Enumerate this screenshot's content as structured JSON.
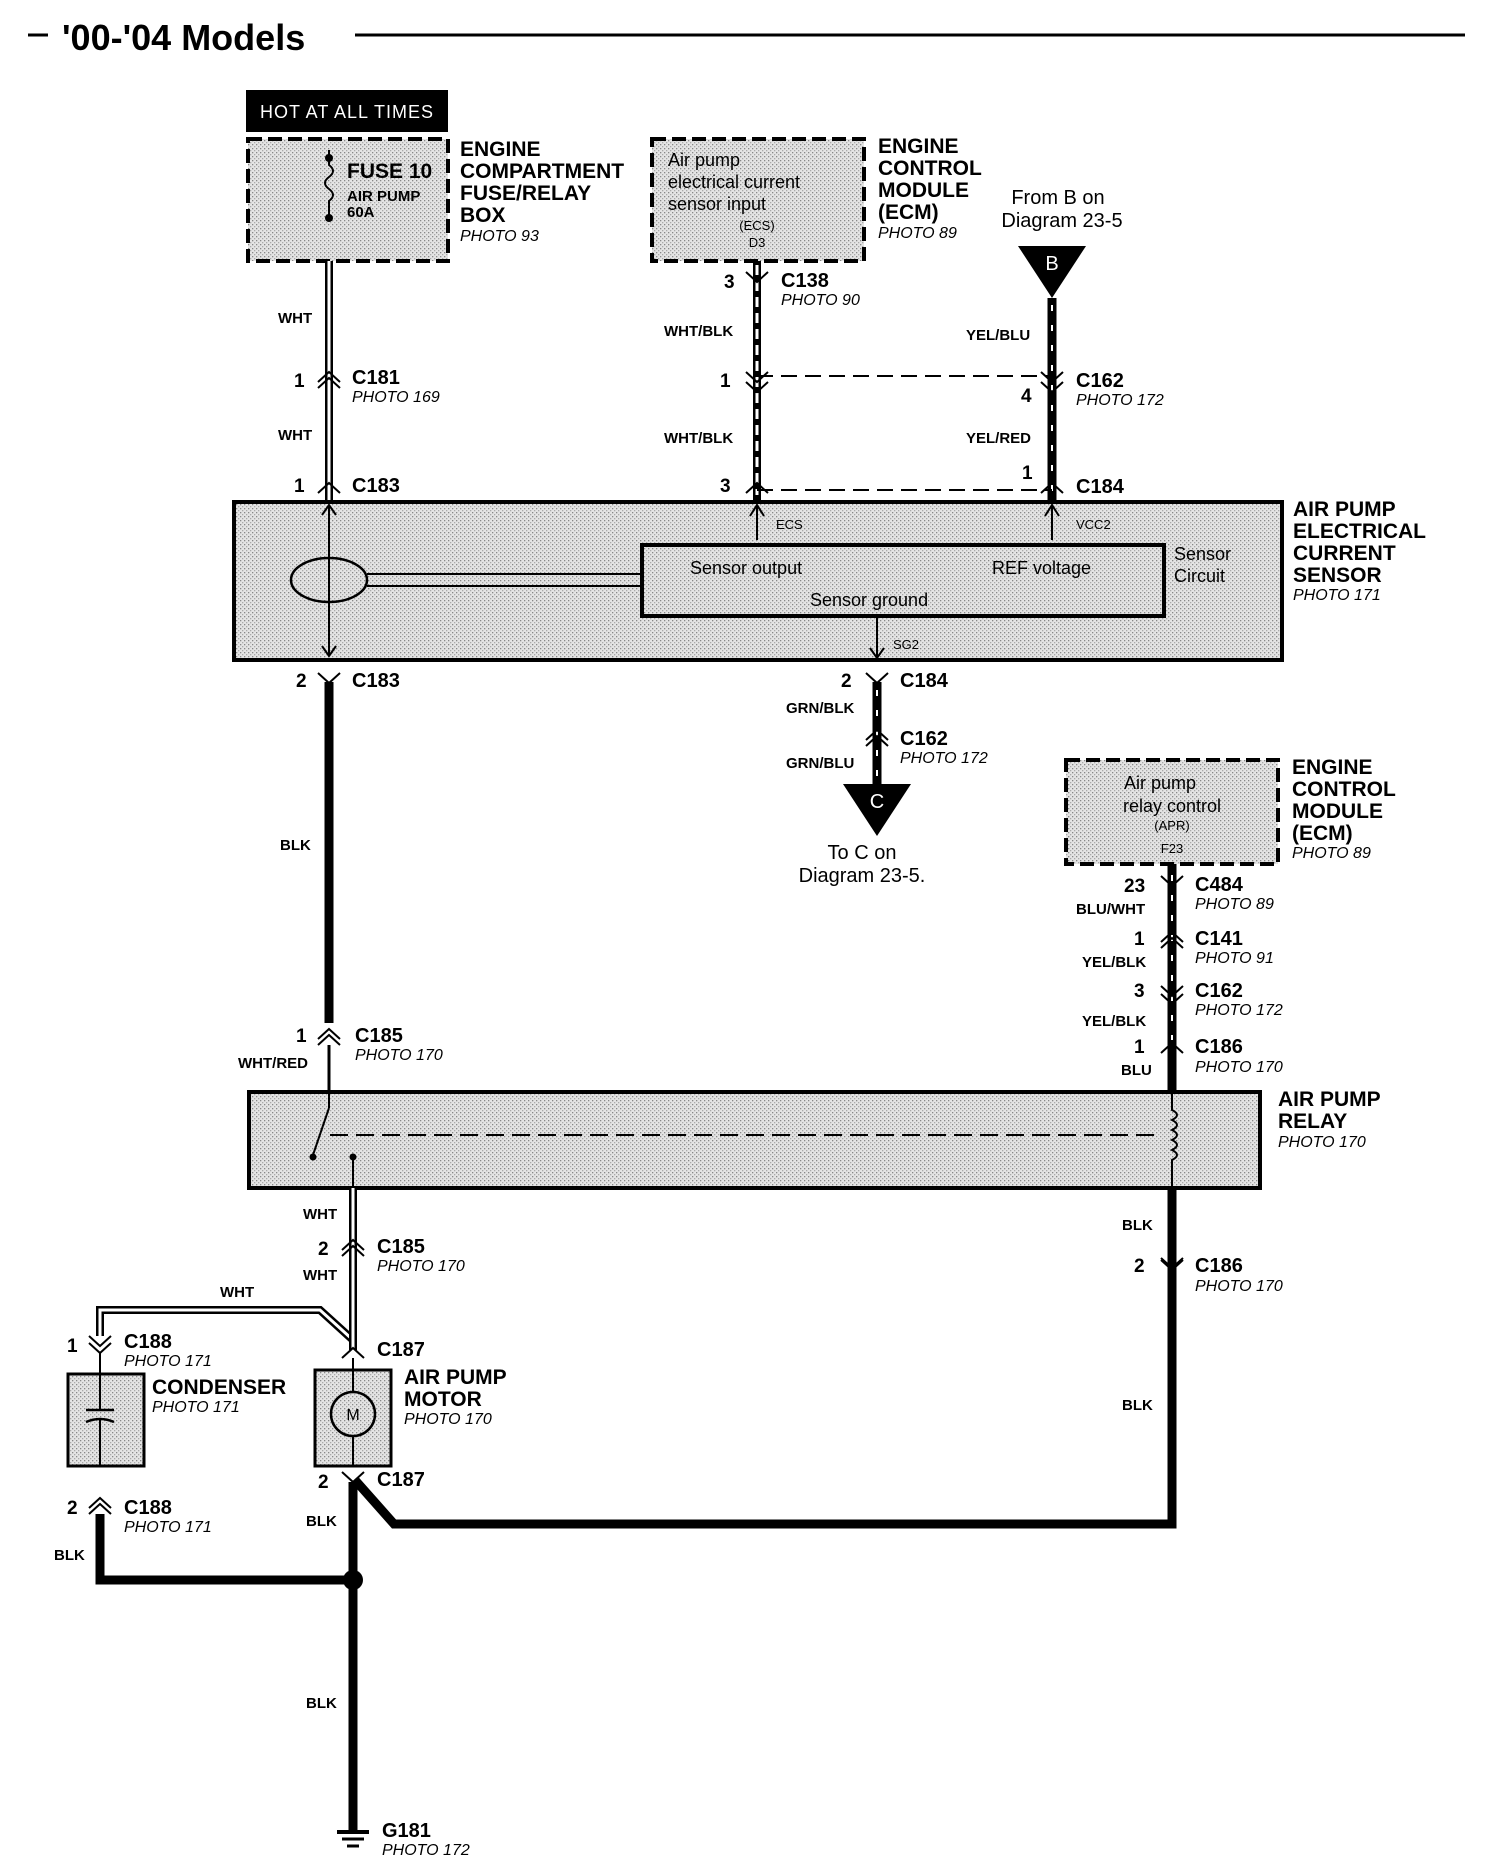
{
  "header": {
    "title": "'00-'04 Models"
  },
  "fuse_box": {
    "hot_label": "HOT AT ALL TIMES",
    "fuse_name": "FUSE 10",
    "fuse_desc_1": "AIR PUMP",
    "fuse_desc_2": "60A",
    "title_1": "ENGINE",
    "title_2": "COMPARTMENT",
    "title_3": "FUSE/RELAY",
    "title_4": "BOX",
    "photo": "PHOTO 93"
  },
  "ecm_top": {
    "line_1": "Air pump",
    "line_2": "electrical current",
    "line_3": "sensor input",
    "abbr": "(ECS)",
    "pin": "D3",
    "title_1": "ENGINE",
    "title_2": "CONTROL",
    "title_3": "MODULE",
    "title_4": "(ECM)",
    "photo": "PHOTO 89"
  },
  "from_b": {
    "line_1": "From B on",
    "line_2": "Diagram 23-5",
    "letter": "B"
  },
  "to_c": {
    "line_1": "To C on",
    "line_2": "Diagram 23-5.",
    "letter": "C"
  },
  "sensor": {
    "title_1": "AIR PUMP",
    "title_2": "ELECTRICAL",
    "title_3": "CURRENT",
    "title_4": "SENSOR",
    "photo": "PHOTO 171",
    "sensor_output": "Sensor output",
    "ref_voltage": "REF voltage",
    "sensor_ground": "Sensor ground",
    "circuit_1": "Sensor",
    "circuit_2": "Circuit",
    "ecs": "ECS",
    "vcc2": "VCC2",
    "sg2": "SG2"
  },
  "ecm_right": {
    "line_1": "Air pump",
    "line_2": "relay control",
    "abbr": "(APR)",
    "pin": "F23",
    "title_1": "ENGINE",
    "title_2": "CONTROL",
    "title_3": "MODULE",
    "title_4": "(ECM)",
    "photo": "PHOTO 89"
  },
  "relay": {
    "title_1": "AIR PUMP",
    "title_2": "RELAY",
    "photo": "PHOTO 170"
  },
  "condenser": {
    "title": "CONDENSER",
    "photo": "PHOTO 171"
  },
  "motor": {
    "title_1": "AIR PUMP",
    "title_2": "MOTOR",
    "photo": "PHOTO 170",
    "symbol": "M"
  },
  "ground": {
    "name": "G181",
    "photo": "PHOTO 172"
  },
  "connectors": {
    "c181": {
      "name": "C181",
      "pin": "1",
      "photo": "PHOTO 169"
    },
    "c183a": {
      "name": "C183",
      "pin": "1"
    },
    "c183b": {
      "name": "C183",
      "pin": "2"
    },
    "c138": {
      "name": "C138",
      "pin": "3",
      "photo": "PHOTO 90"
    },
    "c162a": {
      "name": "C162",
      "pin": "4",
      "photo": "PHOTO 172"
    },
    "c162a_left_pin": "1",
    "c184a": {
      "name": "C184",
      "pin": "1"
    },
    "c184a_left_pin": "3",
    "c184b": {
      "name": "C184",
      "pin": "2"
    },
    "c162b": {
      "name": "C162",
      "photo": "PHOTO 172"
    },
    "c484": {
      "name": "C484",
      "pin": "23",
      "photo": "PHOTO 89"
    },
    "c141": {
      "name": "C141",
      "pin": "1",
      "photo": "PHOTO 91"
    },
    "c162c": {
      "name": "C162",
      "pin": "3",
      "photo": "PHOTO 172"
    },
    "c186a": {
      "name": "C186",
      "pin": "1",
      "photo": "PHOTO 170"
    },
    "c186b": {
      "name": "C186",
      "pin": "2",
      "photo": "PHOTO 170"
    },
    "c185a": {
      "name": "C185",
      "pin": "1",
      "photo": "PHOTO 170"
    },
    "c185b": {
      "name": "C185",
      "pin": "2",
      "photo": "PHOTO 170"
    },
    "c188a": {
      "name": "C188",
      "pin": "1",
      "photo": "PHOTO 171"
    },
    "c188b": {
      "name": "C188",
      "pin": "2",
      "photo": "PHOTO 171"
    },
    "c187a": {
      "name": "C187"
    },
    "c187b": {
      "name": "C187",
      "pin": "2"
    }
  },
  "wires": {
    "wht_1": "WHT",
    "wht_2": "WHT",
    "wht_blk_1": "WHT/BLK",
    "wht_blk_2": "WHT/BLK",
    "yel_blu": "YEL/BLU",
    "yel_red": "YEL/RED",
    "grn_blk": "GRN/BLK",
    "grn_blu": "GRN/BLU",
    "blk_main": "BLK",
    "wht_red": "WHT/RED",
    "blu_wht": "BLU/WHT",
    "yel_blk_1": "YEL/BLK",
    "yel_blk_2": "YEL/BLK",
    "blu": "BLU",
    "blk_relay": "BLK",
    "blk_right": "BLK",
    "wht_3": "WHT",
    "wht_4": "WHT",
    "wht_5": "WHT",
    "blk_cond": "BLK",
    "blk_motor": "BLK",
    "blk_ground": "BLK"
  }
}
